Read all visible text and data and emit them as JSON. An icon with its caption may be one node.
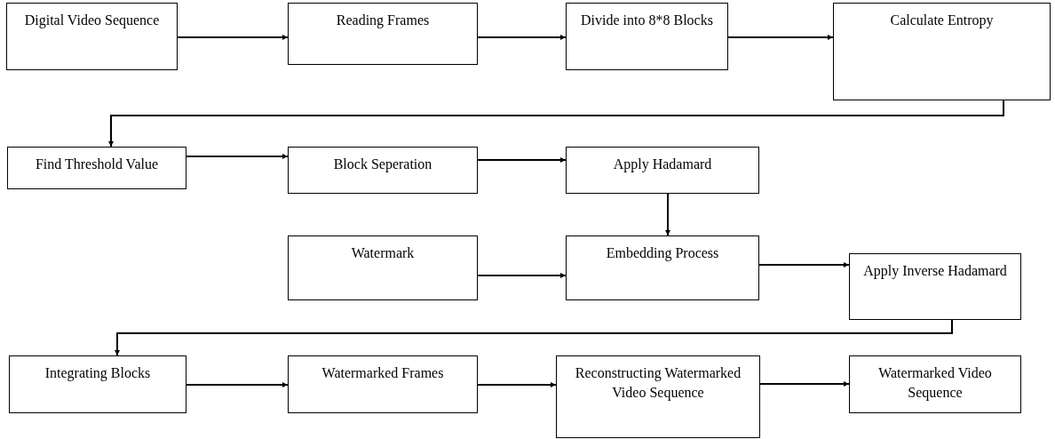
{
  "diagram": {
    "nodes": [
      {
        "text": [
          "Digital Video Sequence"
        ]
      },
      {
        "text": [
          "Reading Frames"
        ]
      },
      {
        "text": [
          "Divide into 8*8 Blocks"
        ]
      },
      {
        "text": [
          "Calculate Entropy"
        ]
      },
      {
        "text": [
          "Find Threshold Value"
        ]
      },
      {
        "text": [
          "Block Seperation"
        ]
      },
      {
        "text": [
          "Apply Hadamard"
        ]
      },
      {
        "text": [
          "Watermark"
        ]
      },
      {
        "text": [
          "Embedding Process"
        ]
      },
      {
        "text": [
          "Apply Inverse Hadamard"
        ]
      },
      {
        "text": [
          "Integrating Blocks"
        ]
      },
      {
        "text": [
          "Watermarked Frames"
        ]
      },
      {
        "text": [
          "Reconstructing Watermarked Video Sequence"
        ]
      },
      {
        "text": [
          "Watermarked Video Sequence"
        ]
      }
    ],
    "edges": [
      {
        "from": 0,
        "to": 1,
        "arrow": "to"
      },
      {
        "from": 1,
        "to": 2,
        "arrow": "to"
      },
      {
        "from": 2,
        "to": 3,
        "arrow": "to"
      },
      {
        "from": 3,
        "to": 4,
        "arrow": "to"
      },
      {
        "from": 4,
        "to": 5,
        "arrow": "to"
      },
      {
        "from": 5,
        "to": 6,
        "arrow": "to"
      },
      {
        "from": 6,
        "to": 8,
        "arrow": "to"
      },
      {
        "from": 7,
        "to": 8,
        "arrow": "to"
      },
      {
        "from": 8,
        "to": 9,
        "arrow": "to"
      },
      {
        "from": 9,
        "to": 10,
        "arrow": "to"
      },
      {
        "from": 10,
        "to": 11,
        "arrow": "to"
      },
      {
        "from": 11,
        "to": 12,
        "arrow": "to"
      },
      {
        "from": 12,
        "to": 13,
        "arrow": "to"
      }
    ]
  }
}
